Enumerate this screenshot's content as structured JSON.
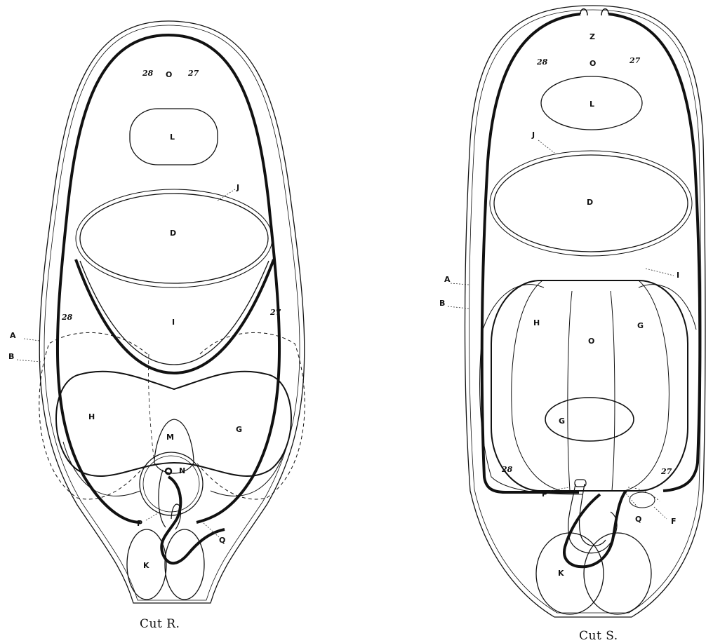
{
  "figures": [
    {
      "caption": "Cut R.",
      "labels": {
        "o": "O",
        "n28_top": "28",
        "n27_top": "27",
        "l": "L",
        "j": "J",
        "d": "D",
        "i": "I",
        "n28_mid": "28",
        "n27_mid": "27",
        "a": "A",
        "b": "B",
        "h": "H",
        "g": "G",
        "m": "M",
        "n": "N",
        "p": "P",
        "q": "Q",
        "k": "K"
      }
    },
    {
      "caption": "Cut S.",
      "labels": {
        "z": "Z",
        "n28_top": "28",
        "o_top": "O",
        "n27_top": "27",
        "l": "L",
        "j": "J",
        "d": "D",
        "i": "I",
        "a": "A",
        "b": "B",
        "h": "H",
        "o_mid": "O",
        "g": "G",
        "g_inner": "G",
        "n28_low": "28",
        "n27_low": "27",
        "p": "P",
        "q": "Q",
        "f": "F",
        "k": "K"
      }
    }
  ]
}
